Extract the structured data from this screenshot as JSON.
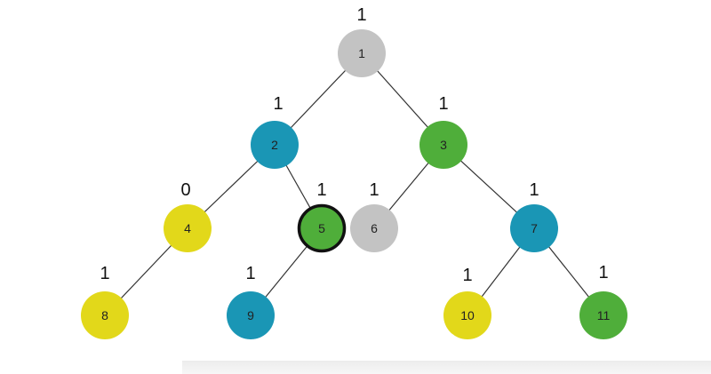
{
  "colors": {
    "gray": "#c3c3c3",
    "blue": "#1a96b5",
    "green": "#4fae3a",
    "yellow": "#e2d81a",
    "highlight_border": "#111111"
  },
  "nodes": [
    {
      "id": "1",
      "label": "1",
      "value": "1",
      "color": "gray"
    },
    {
      "id": "2",
      "label": "2",
      "value": "1",
      "color": "blue"
    },
    {
      "id": "3",
      "label": "3",
      "value": "1",
      "color": "green"
    },
    {
      "id": "4",
      "label": "4",
      "value": "0",
      "color": "yellow"
    },
    {
      "id": "5",
      "label": "5",
      "value": "1",
      "color": "green",
      "highlighted": true
    },
    {
      "id": "6",
      "label": "6",
      "value": "1",
      "color": "gray"
    },
    {
      "id": "7",
      "label": "7",
      "value": "1",
      "color": "blue"
    },
    {
      "id": "8",
      "label": "8",
      "value": "1",
      "color": "yellow"
    },
    {
      "id": "9",
      "label": "9",
      "value": "1",
      "color": "blue"
    },
    {
      "id": "10",
      "label": "10",
      "value": "1",
      "color": "yellow"
    },
    {
      "id": "11",
      "label": "11",
      "value": "1",
      "color": "green"
    }
  ],
  "edges": [
    [
      "1",
      "2"
    ],
    [
      "1",
      "3"
    ],
    [
      "2",
      "4"
    ],
    [
      "2",
      "5"
    ],
    [
      "3",
      "6"
    ],
    [
      "3",
      "7"
    ],
    [
      "4",
      "8"
    ],
    [
      "5",
      "9"
    ],
    [
      "7",
      "10"
    ],
    [
      "7",
      "11"
    ]
  ]
}
